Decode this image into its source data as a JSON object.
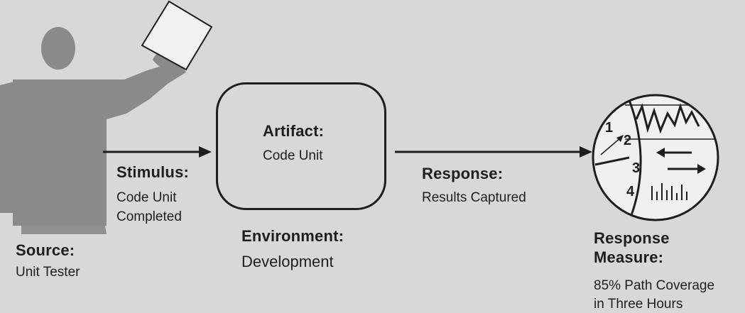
{
  "source": {
    "heading": "Source:",
    "text": "Unit Tester"
  },
  "stimulus": {
    "heading": "Stimulus:",
    "line1": "Code Unit",
    "line2": "Completed"
  },
  "artifact": {
    "heading": "Artifact:",
    "text": "Code Unit"
  },
  "environment": {
    "heading": "Environment:",
    "text": "Development"
  },
  "response": {
    "heading": "Response:",
    "text": "Results Captured"
  },
  "response_measure": {
    "heading1": "Response",
    "heading2": "Measure:",
    "line1": "85% Path Coverage",
    "line2": "in Three Hours"
  },
  "gauge_numbers": [
    "1",
    "2",
    "3",
    "4"
  ],
  "colors": {
    "figure": "#8a8a8a",
    "line": "#1e1e1e",
    "background": "#d8d8d8"
  }
}
